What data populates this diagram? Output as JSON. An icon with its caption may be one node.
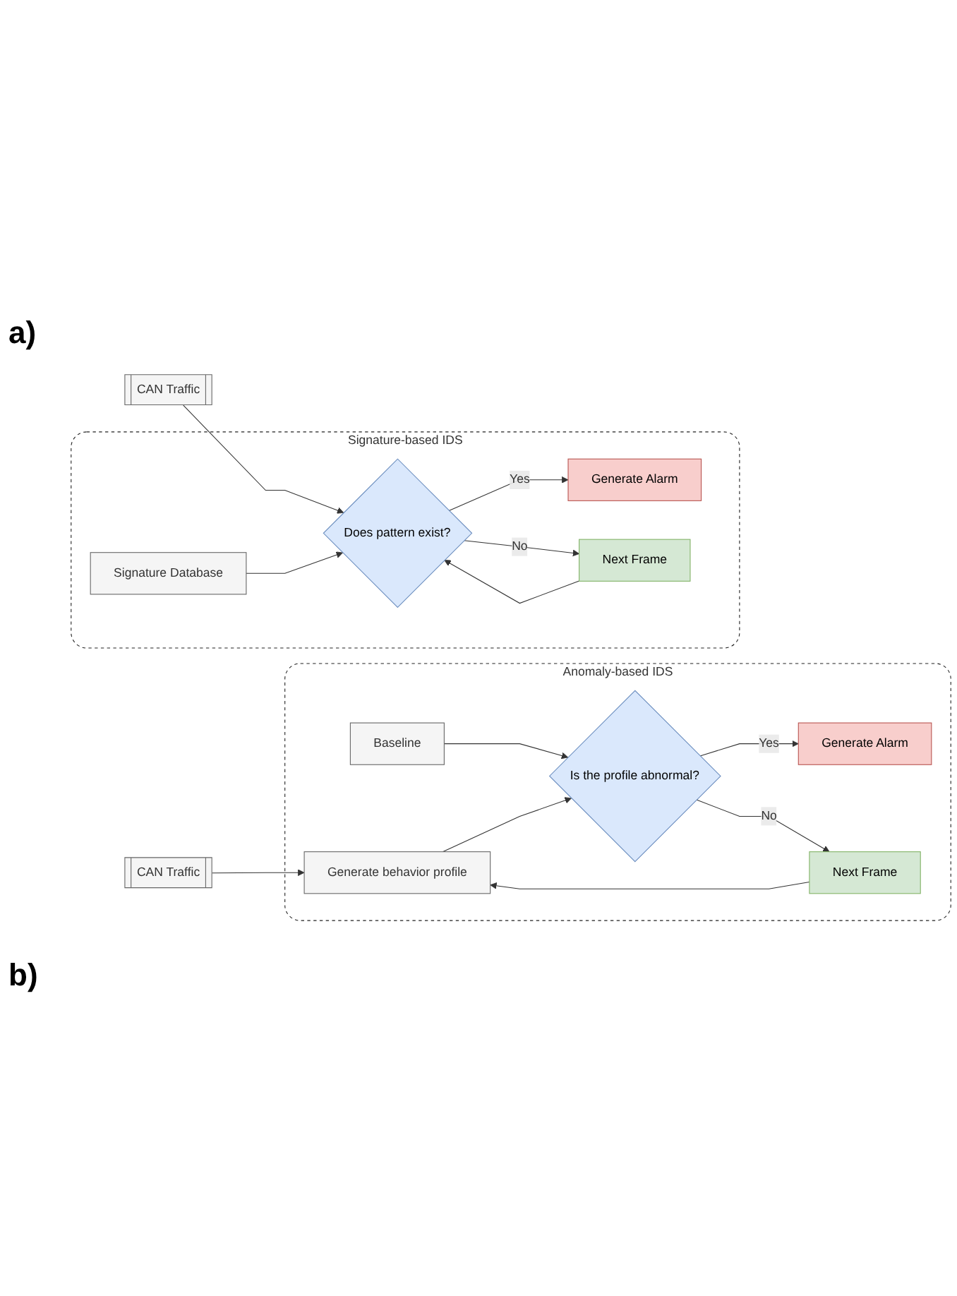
{
  "diagram": {
    "nodes": [
      {
        "text": [
          "Signature-based IDS"
        ]
      },
      {
        "text": [
          "CAN Traffic"
        ]
      },
      {
        "text": [
          "Signature Database"
        ],
        "in": 0
      },
      {
        "text": [
          "Does pattern exist?"
        ],
        "in": 0
      },
      {
        "text": [
          "Generate Alarm"
        ],
        "in": 0
      },
      {
        "text": [
          "Next Frame"
        ],
        "in": 0
      },
      {
        "text": [
          "Anomaly-based IDS"
        ]
      },
      {
        "text": [
          "CAN Traffic"
        ]
      },
      {
        "text": [
          "Baseline"
        ],
        "in": 6
      },
      {
        "text": [
          "Generate behavior profile"
        ],
        "in": 6
      },
      {
        "text": [
          "Is the profile abnormal?"
        ],
        "in": 6
      },
      {
        "text": [
          "Generate Alarm"
        ],
        "in": 6
      },
      {
        "text": [
          "Next Frame"
        ],
        "in": 6
      }
    ],
    "edges": [
      {
        "from": 1,
        "to": 3,
        "arrow": "to"
      },
      {
        "from": 2,
        "to": 3,
        "arrow": "to"
      },
      {
        "from": 3,
        "to": 4,
        "label": "Yes",
        "arrow": "to"
      },
      {
        "from": 3,
        "to": 5,
        "label": "No",
        "arrow": "to"
      },
      {
        "from": 5,
        "to": 3,
        "arrow": "to"
      },
      {
        "from": 7,
        "to": 9,
        "arrow": "to"
      },
      {
        "from": 8,
        "to": 10,
        "arrow": "to"
      },
      {
        "from": 9,
        "to": 10,
        "arrow": "to"
      },
      {
        "from": 10,
        "to": 11,
        "label": "Yes",
        "arrow": "to"
      },
      {
        "from": 10,
        "to": 12,
        "label": "No",
        "arrow": "to"
      },
      {
        "from": 12,
        "to": 9,
        "arrow": "to"
      }
    ],
    "labels": [
      "a)",
      "b)"
    ]
  }
}
